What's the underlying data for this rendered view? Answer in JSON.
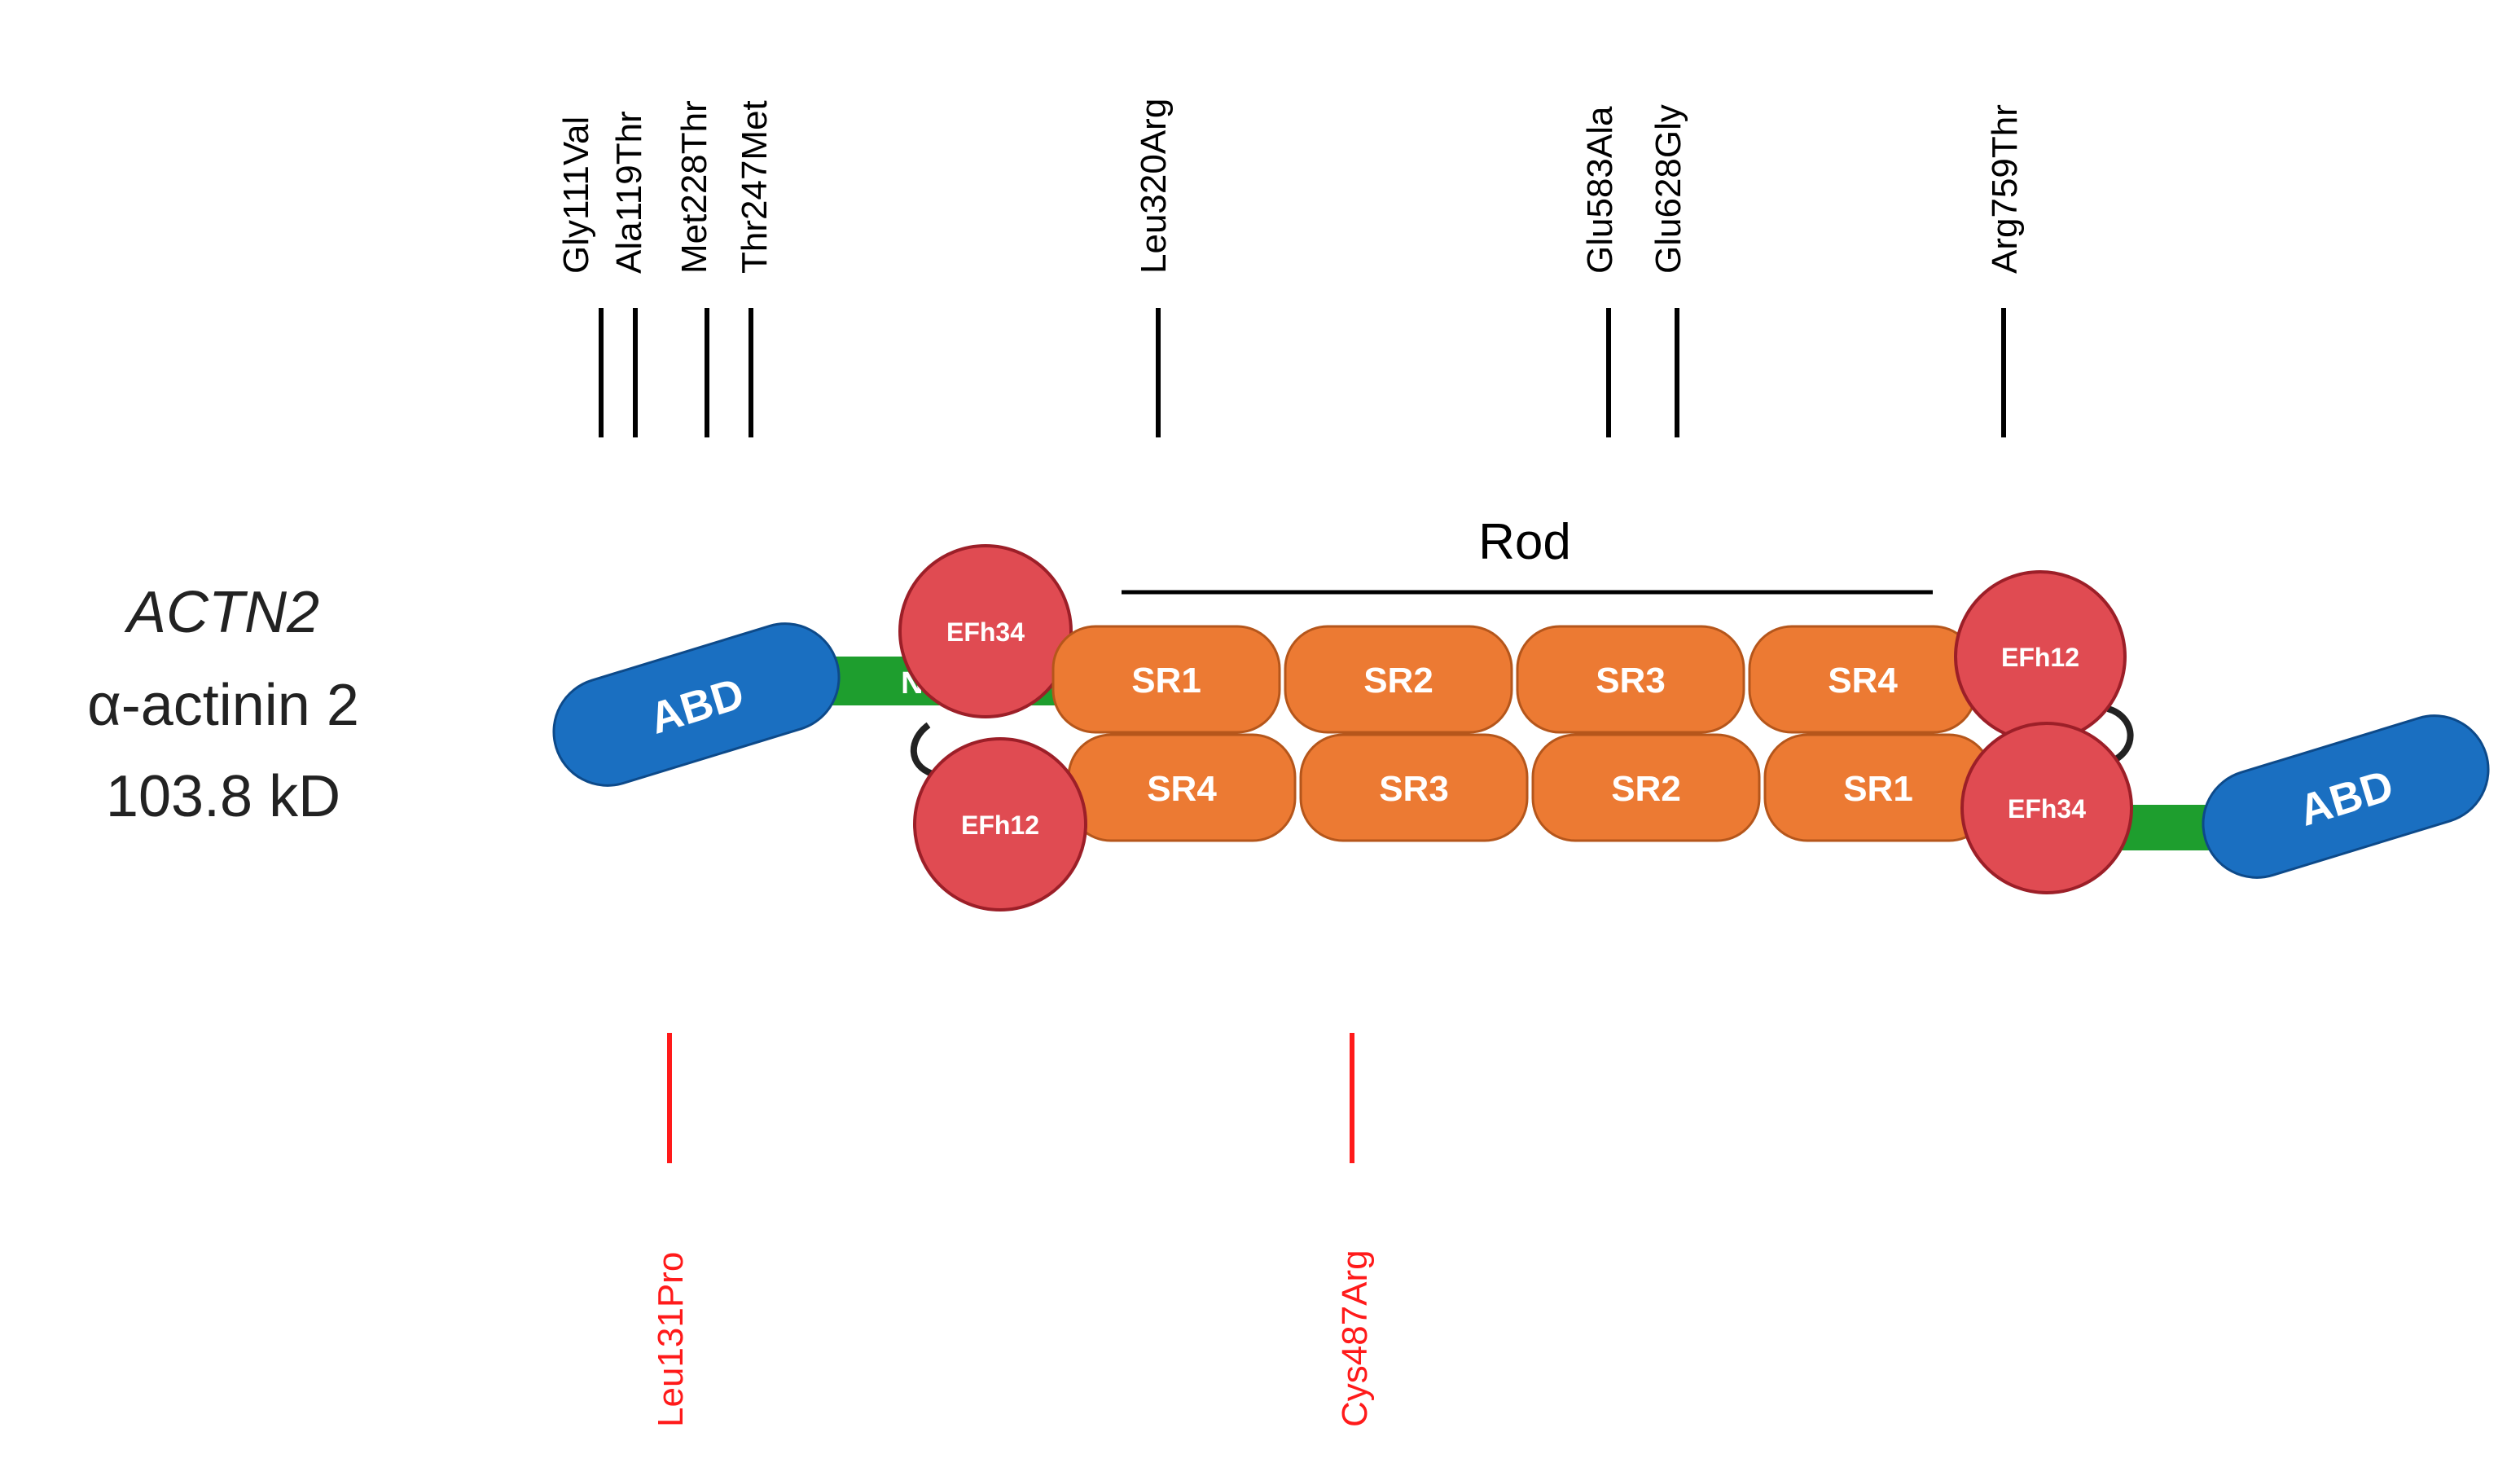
{
  "protein": {
    "gene": "ACTN2",
    "name": "α-actinin 2",
    "mass": "103.8 kD"
  },
  "domains": {
    "abd": "ABD",
    "neck": "NECK",
    "rod": "Rod",
    "efh34": "EFh34",
    "efh12": "EFh12",
    "top_spectrins": [
      "SR1",
      "SR2",
      "SR3",
      "SR4"
    ],
    "bottom_spectrins": [
      "SR4",
      "SR3",
      "SR2",
      "SR1"
    ]
  },
  "variants_top": [
    "Gly111Val",
    "Ala119Thr",
    "Met228Thr",
    "Thr247Met",
    "Leu320Arg",
    "Glu583Ala",
    "Glu628Gly",
    "Arg759Thr"
  ],
  "variants_bottom": [
    "Leu131Pro",
    "Cys487Arg"
  ],
  "colors": {
    "abd": "#1a6fc1",
    "abd_stroke": "#0d4a8a",
    "neck": "#1e9e2e",
    "spectrin": "#ec7a33",
    "spectrin_stroke": "#b5561b",
    "efhand": "#e04b52",
    "efhand_stroke": "#9c1f28",
    "variant_top": "#000000",
    "variant_bottom": "#ff1a1a"
  }
}
